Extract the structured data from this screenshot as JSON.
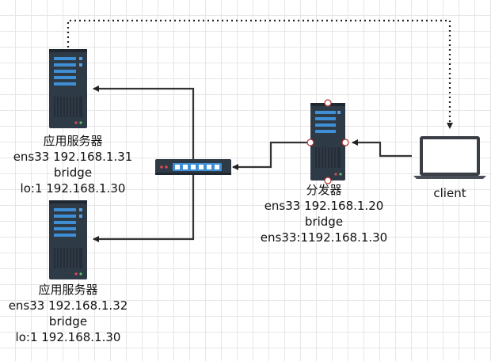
{
  "app_server_1": {
    "title": "应用服务器",
    "ens33": "ens33 192.168.1.31",
    "mode": "bridge",
    "lo": "lo:1 192.168.1.30"
  },
  "app_server_2": {
    "title": "应用服务器",
    "ens33": "ens33 192.168.1.32",
    "mode": "bridge",
    "lo": "lo:1 192.168.1.30"
  },
  "director": {
    "title": "分发器",
    "ens33": "ens33 192.168.1.20",
    "mode": "bridge",
    "alias": "ens33:1192.168.1.30"
  },
  "client": {
    "label": "client"
  },
  "colors": {
    "server_body": "#2f3a47",
    "server_accent": "#3f8fd6",
    "connector": "#222222",
    "laptop_frame": "#3a3f45"
  }
}
